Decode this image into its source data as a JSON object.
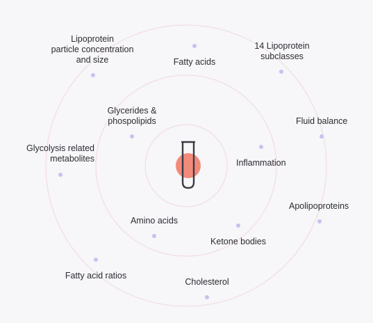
{
  "colors": {
    "background": "#f7f6f8",
    "ring": "#f0d9dc",
    "node": "#c6c2f2",
    "center_dot": "#f28a7c",
    "tube": "#3b3b44",
    "text": "#2b2b33"
  },
  "center_icon": "test-tube-icon",
  "labels": {
    "lipoprotein_particle": [
      "Lipoprotein",
      "particle concentration",
      "and size"
    ],
    "fatty_acids": "Fatty acids",
    "lipoprotein_subclasses": [
      "14 Lipoprotein",
      "subclasses"
    ],
    "fluid_balance": "Fluid balance",
    "glycerides": [
      "Glycerides &",
      "phospolipids"
    ],
    "glycolysis": [
      "Glycolysis related",
      "metabolites"
    ],
    "inflammation": "Inflammation",
    "apolipoproteins": "Apolipoproteins",
    "amino_acids": "Amino acids",
    "ketone_bodies": "Ketone bodies",
    "fatty_acid_ratios": "Fatty acid ratios",
    "cholesterol": "Cholesterol"
  }
}
